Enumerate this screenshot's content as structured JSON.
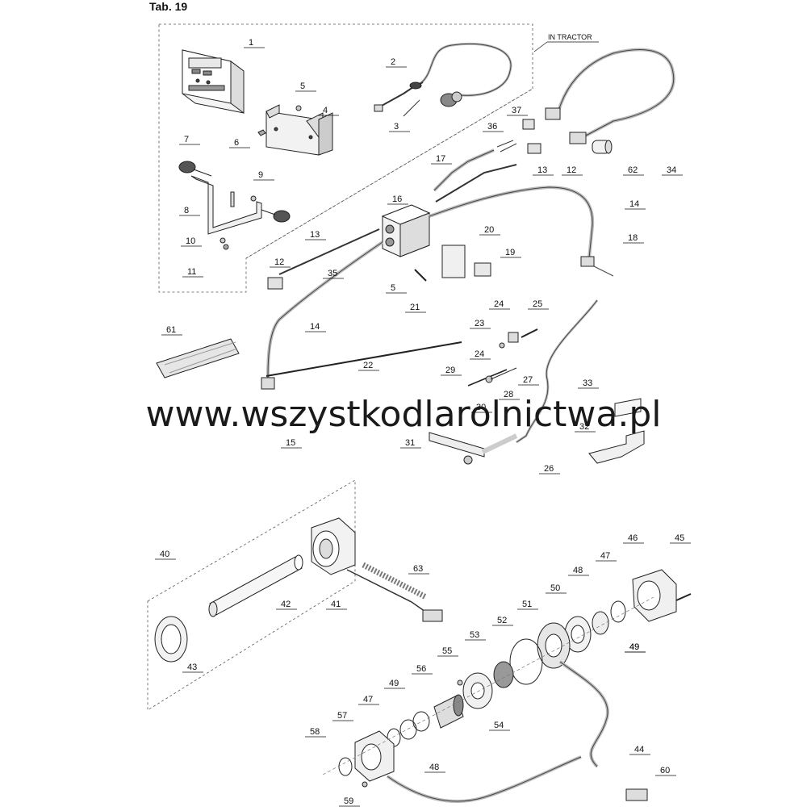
{
  "title": "Tab. 19",
  "in_tractor_label": "IN TRACTOR",
  "watermark": "www.wszystkodlarolnictwa.pl",
  "part_numbers": [
    "1",
    "2",
    "3",
    "4",
    "5",
    "6",
    "7",
    "8",
    "9",
    "10",
    "11",
    "12",
    "13",
    "14",
    "15",
    "16",
    "17",
    "18",
    "19",
    "20",
    "21",
    "22",
    "23",
    "24",
    "25",
    "26",
    "27",
    "28",
    "29",
    "30",
    "31",
    "32",
    "33",
    "34",
    "35",
    "36",
    "37",
    "40",
    "41",
    "42",
    "43",
    "44",
    "45",
    "46",
    "47",
    "48",
    "49",
    "50",
    "51",
    "52",
    "53",
    "54",
    "55",
    "56",
    "57",
    "58",
    "59",
    "60",
    "61",
    "62",
    "63"
  ]
}
